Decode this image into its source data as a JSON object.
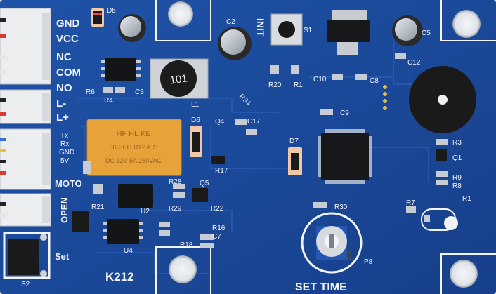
{
  "board": {
    "name": "K212",
    "button_label": "INIT",
    "pot_label": "SET TIME",
    "pot_marking": "203",
    "relay_marking": [
      "HF HL KE",
      "HF3FD 012-HS",
      "DC 12V 5A 250VAC"
    ]
  },
  "labels": {
    "left_terminals": [
      "GND",
      "VCC",
      "NC",
      "COM",
      "NO",
      "L-",
      "L+"
    ],
    "uart": [
      "Tx",
      "Rx",
      "GND",
      "5V"
    ],
    "moto": "MOTO",
    "open": "OPEN",
    "set": "Set",
    "switch_ref": "S2",
    "inductor": "101",
    "button_ref": "S1"
  },
  "designators": {
    "D5": "D5",
    "C2": "C2",
    "C5": "C5",
    "C12": "C12",
    "R6": "R6",
    "R4": "R4",
    "C3": "C3",
    "L1": "L1",
    "R34": "R34",
    "R20": "R20",
    "R1": "R1",
    "C10": "C10",
    "C8": "C8",
    "C9": "C9",
    "D6": "D6",
    "Q4": "Q4",
    "C17": "C17",
    "R17": "R17",
    "D7": "D7",
    "R3": "R3",
    "Q1": "Q1",
    "R9": "R9",
    "R8": "R8",
    "R28": "R28",
    "R29": "R29",
    "Q5": "Q5",
    "R22": "R22",
    "R21": "R21",
    "U2": "U2",
    "R30": "R30",
    "R7": "R7",
    "R1b": "R1",
    "U4": "U4",
    "R16": "R16",
    "C7": "C7",
    "R18": "R18",
    "P8": "P8"
  },
  "colors": {
    "pcb": "#1d4fa3",
    "pcb_dark": "#153e86",
    "silk": "#f2f5fb",
    "relay": "#e7a33a",
    "chip": "#141517",
    "pad": "#c7ccd4"
  }
}
